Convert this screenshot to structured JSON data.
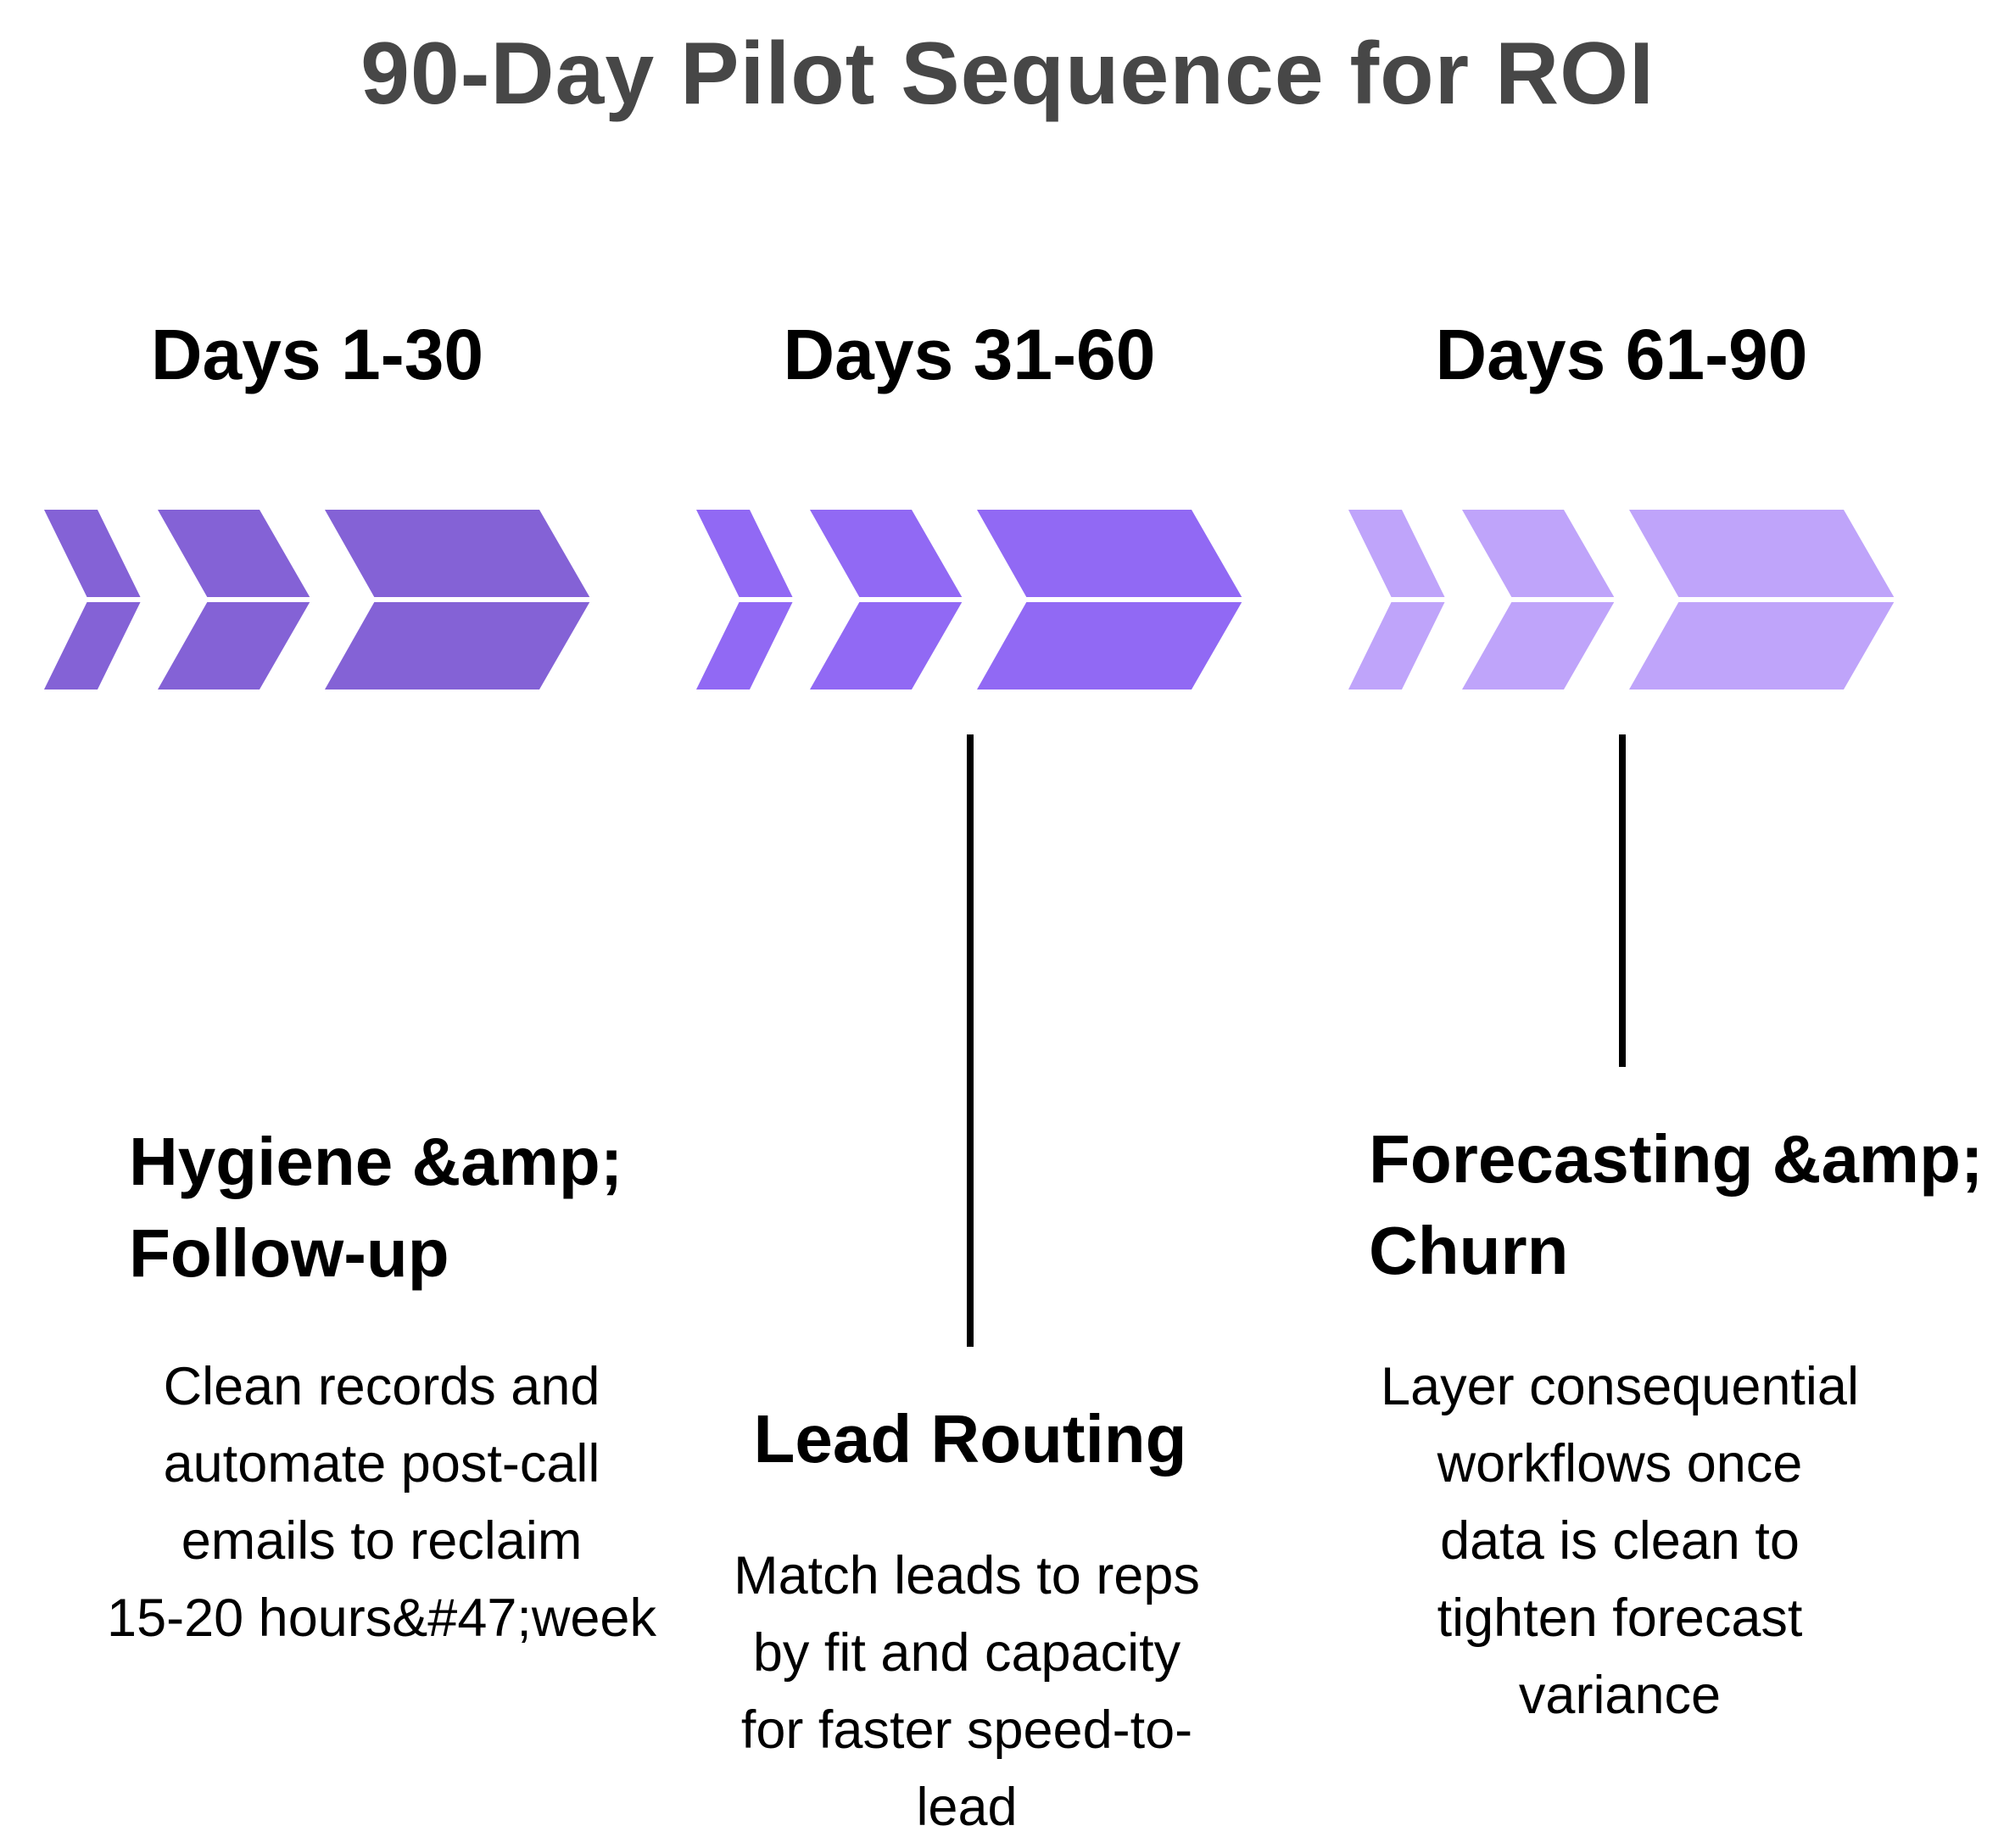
{
  "title": "90-Day Pilot Sequence for ROI",
  "colors": {
    "phase1": "#8462D6",
    "phase2": "#9169F4",
    "phase3": "#BFA4FA",
    "divider": "#FFFFFF",
    "connector": "#000000",
    "title": "#474747"
  },
  "phases": [
    {
      "label": "Days 1-30",
      "heading": "Hygiene &amp;\n Follow-up",
      "description": "Clean records and\nautomate post-call\nemails to reclaim\n 15-20 hours&#47;week"
    },
    {
      "label": "Days 31-60",
      "heading": "Lead Routing",
      "description": "Match leads to reps\nby fit and capacity\n for faster speed-to-\nlead"
    },
    {
      "label": "Days 61-90",
      "heading": "Forecasting &amp;\nChurn",
      "description": "Layer consequential\nworkflows once\ndata is clean to\ntighten forecast\nvariance"
    }
  ]
}
